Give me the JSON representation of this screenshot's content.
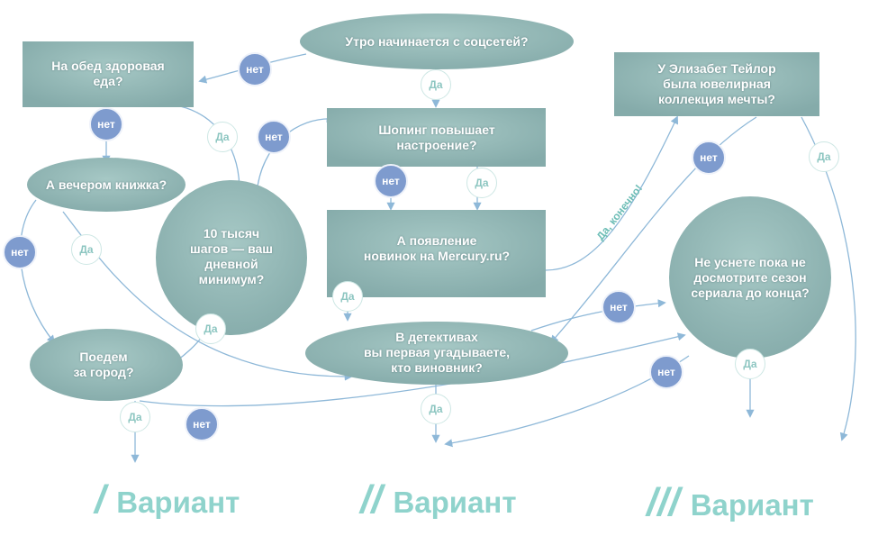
{
  "colors": {
    "node_fill": "#94b9b7",
    "node_fill_dark": "#7ea5a4",
    "no_badge": "#7e9bce",
    "yes_badge_text": "#8dc6c1",
    "arrow": "#8eb8d8",
    "variant_text": "#8fd3cc"
  },
  "nodes": {
    "morning": "Утро начинается с соцсетей?",
    "lunch": "На обед здоровая\nеда?",
    "shopping": "Шопинг повышает\nнастроение?",
    "elizabeth": "У Элизабет Тейлор\nбыла ювелирная\nколлекция мечты?",
    "evening_book": "А вечером книжка?",
    "steps": "10 тысяч\nшагов — ваш\nдневной\nминимум?",
    "mercury": "А появление\nновинок на Mercury.ru?",
    "series": "Не уснете пока не\nдосмотрите сезон\nсериала до конца?",
    "countryside": "Поедем\nза город?",
    "detectives": "В детективах\nвы первая угадываете,\nкто виновник?"
  },
  "labels": {
    "no": "нет",
    "yes": "Да",
    "of_course": "Да, конечно!"
  },
  "variants": {
    "one_mark": "/",
    "two_mark": "//",
    "three_mark": "///",
    "word": "Вариант"
  }
}
